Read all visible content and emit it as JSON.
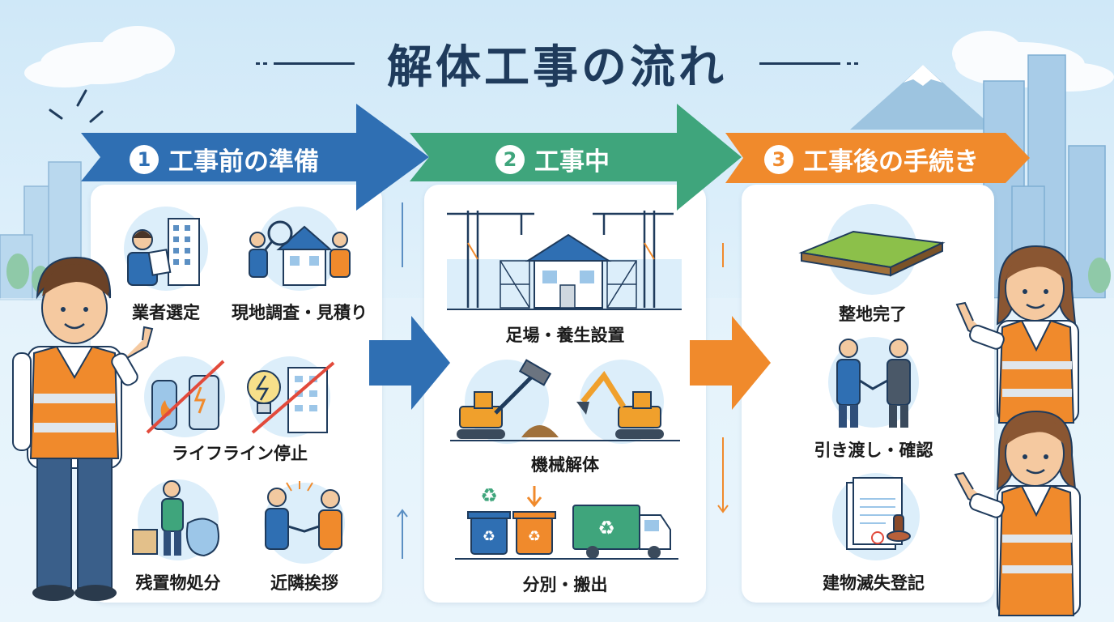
{
  "title": "解体工事の流れ",
  "colors": {
    "step1": "#2f6fb3",
    "step2": "#3fa57c",
    "step3": "#f08a2c",
    "title": "#1f3b5c"
  },
  "steps": [
    {
      "number": "1",
      "label": "工事前の準備",
      "items": [
        "業者選定",
        "現地調査・見積り",
        "ライフライン停止",
        "残置物処分",
        "近隣挨拶"
      ]
    },
    {
      "number": "2",
      "label": "工事中",
      "items": [
        "足場・養生設置",
        "機械解体",
        "分別・搬出"
      ]
    },
    {
      "number": "3",
      "label": "工事後の手続き",
      "items": [
        "整地完了",
        "引き渡し・確認",
        "建物滅失登記"
      ]
    }
  ]
}
